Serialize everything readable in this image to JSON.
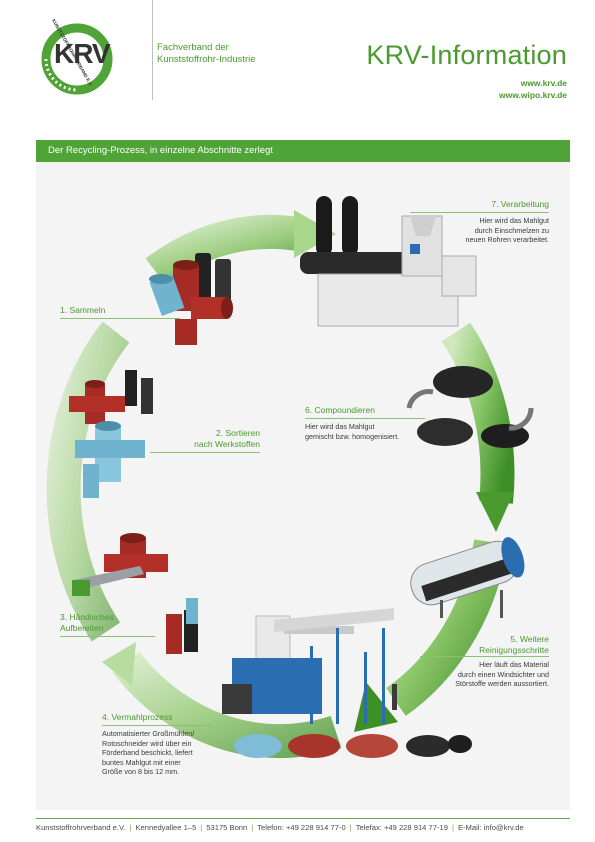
{
  "logo": {
    "letters": "KRV",
    "arc_text": "KUNSTSTOFFROHRVERBAND E.V."
  },
  "header": {
    "org_line1": "Fachverband der",
    "org_line2": "Kunststoffrohr-Industrie",
    "title": "KRV-Information",
    "url1": "www.krv.de",
    "url2": "www.wipo.krv.de"
  },
  "banner": {
    "text": "Der Recycling-Prozess, in einzelne Abschnitte zerlegt"
  },
  "steps": {
    "s1": {
      "label": "1. Sammeln"
    },
    "s2": {
      "label1": "2. Sortieren",
      "label2": "nach Werkstoffen"
    },
    "s3": {
      "label1": "3. Händisches",
      "label2": "Aufbereiten"
    },
    "s4": {
      "label": "4. Vermahlprozess",
      "desc": [
        "Automatisierter Großmühlen/",
        "Rotoschneider wird über ein",
        "Förderband beschickt, liefert",
        "buntes Mahlgut mit einer",
        "Größe von 8 bis 12 mm."
      ]
    },
    "s5": {
      "label1": "5. Weitere",
      "label2": "Reinigungsschritte",
      "desc": [
        "Hier läuft das Material",
        "durch einen Windsichter und",
        "Störstoffe werden aussortiert."
      ]
    },
    "s6": {
      "label": "6. Compoundieren",
      "desc": [
        "Hier wird das Mahlgut",
        "gemischt bzw. homogenisiert."
      ]
    },
    "s7": {
      "label": "7. Verarbeitung",
      "desc": [
        "Hier wird das Mahlgut",
        "durch Einschmelzen zu",
        "neuen Rohren verarbeitet."
      ]
    }
  },
  "footer": {
    "items": [
      "Kunststoffrohrverband e.V.",
      "Kennedyallee 1–5",
      "53175 Bonn",
      "Telefon: +49 228 914 77-0",
      "Telefax: +49 228 914 77-19",
      "E-Mail: info@krv.de"
    ]
  },
  "colors": {
    "brand_green": "#4fa337",
    "pipe_red": "#a62b25",
    "pipe_blue": "#6fb3cf",
    "machine_blue": "#2a6db0"
  }
}
